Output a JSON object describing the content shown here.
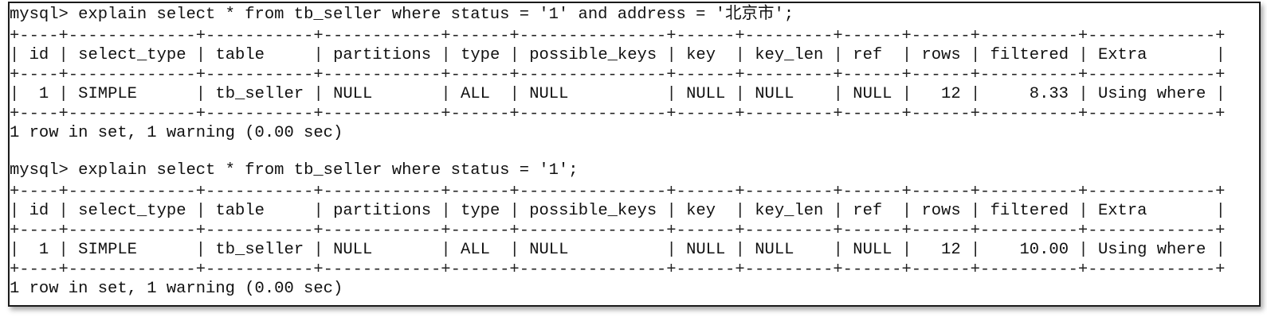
{
  "terminal": {
    "blocks": [
      {
        "prompt": "mysql>",
        "command": "explain select * from tb_seller where status = '1' and address = '北京市';",
        "columns": [
          "id",
          "select_type",
          "table",
          "partitions",
          "type",
          "possible_keys",
          "key",
          "key_len",
          "ref",
          "rows",
          "filtered",
          "Extra"
        ],
        "rows": [
          [
            "1",
            "SIMPLE",
            "tb_seller",
            "NULL",
            "ALL",
            "NULL",
            "NULL",
            "NULL",
            "NULL",
            "12",
            "8.33",
            "Using where"
          ]
        ],
        "summary": "1 row in set, 1 warning (0.00 sec)"
      },
      {
        "prompt": "mysql>",
        "command": "explain select * from tb_seller where status = '1';",
        "columns": [
          "id",
          "select_type",
          "table",
          "partitions",
          "type",
          "possible_keys",
          "key",
          "key_len",
          "ref",
          "rows",
          "filtered",
          "Extra"
        ],
        "rows": [
          [
            "1",
            "SIMPLE",
            "tb_seller",
            "NULL",
            "ALL",
            "NULL",
            "NULL",
            "NULL",
            "NULL",
            "12",
            "10.00",
            "Using where"
          ]
        ],
        "summary": "1 row in set, 1 warning (0.00 sec)"
      }
    ]
  }
}
